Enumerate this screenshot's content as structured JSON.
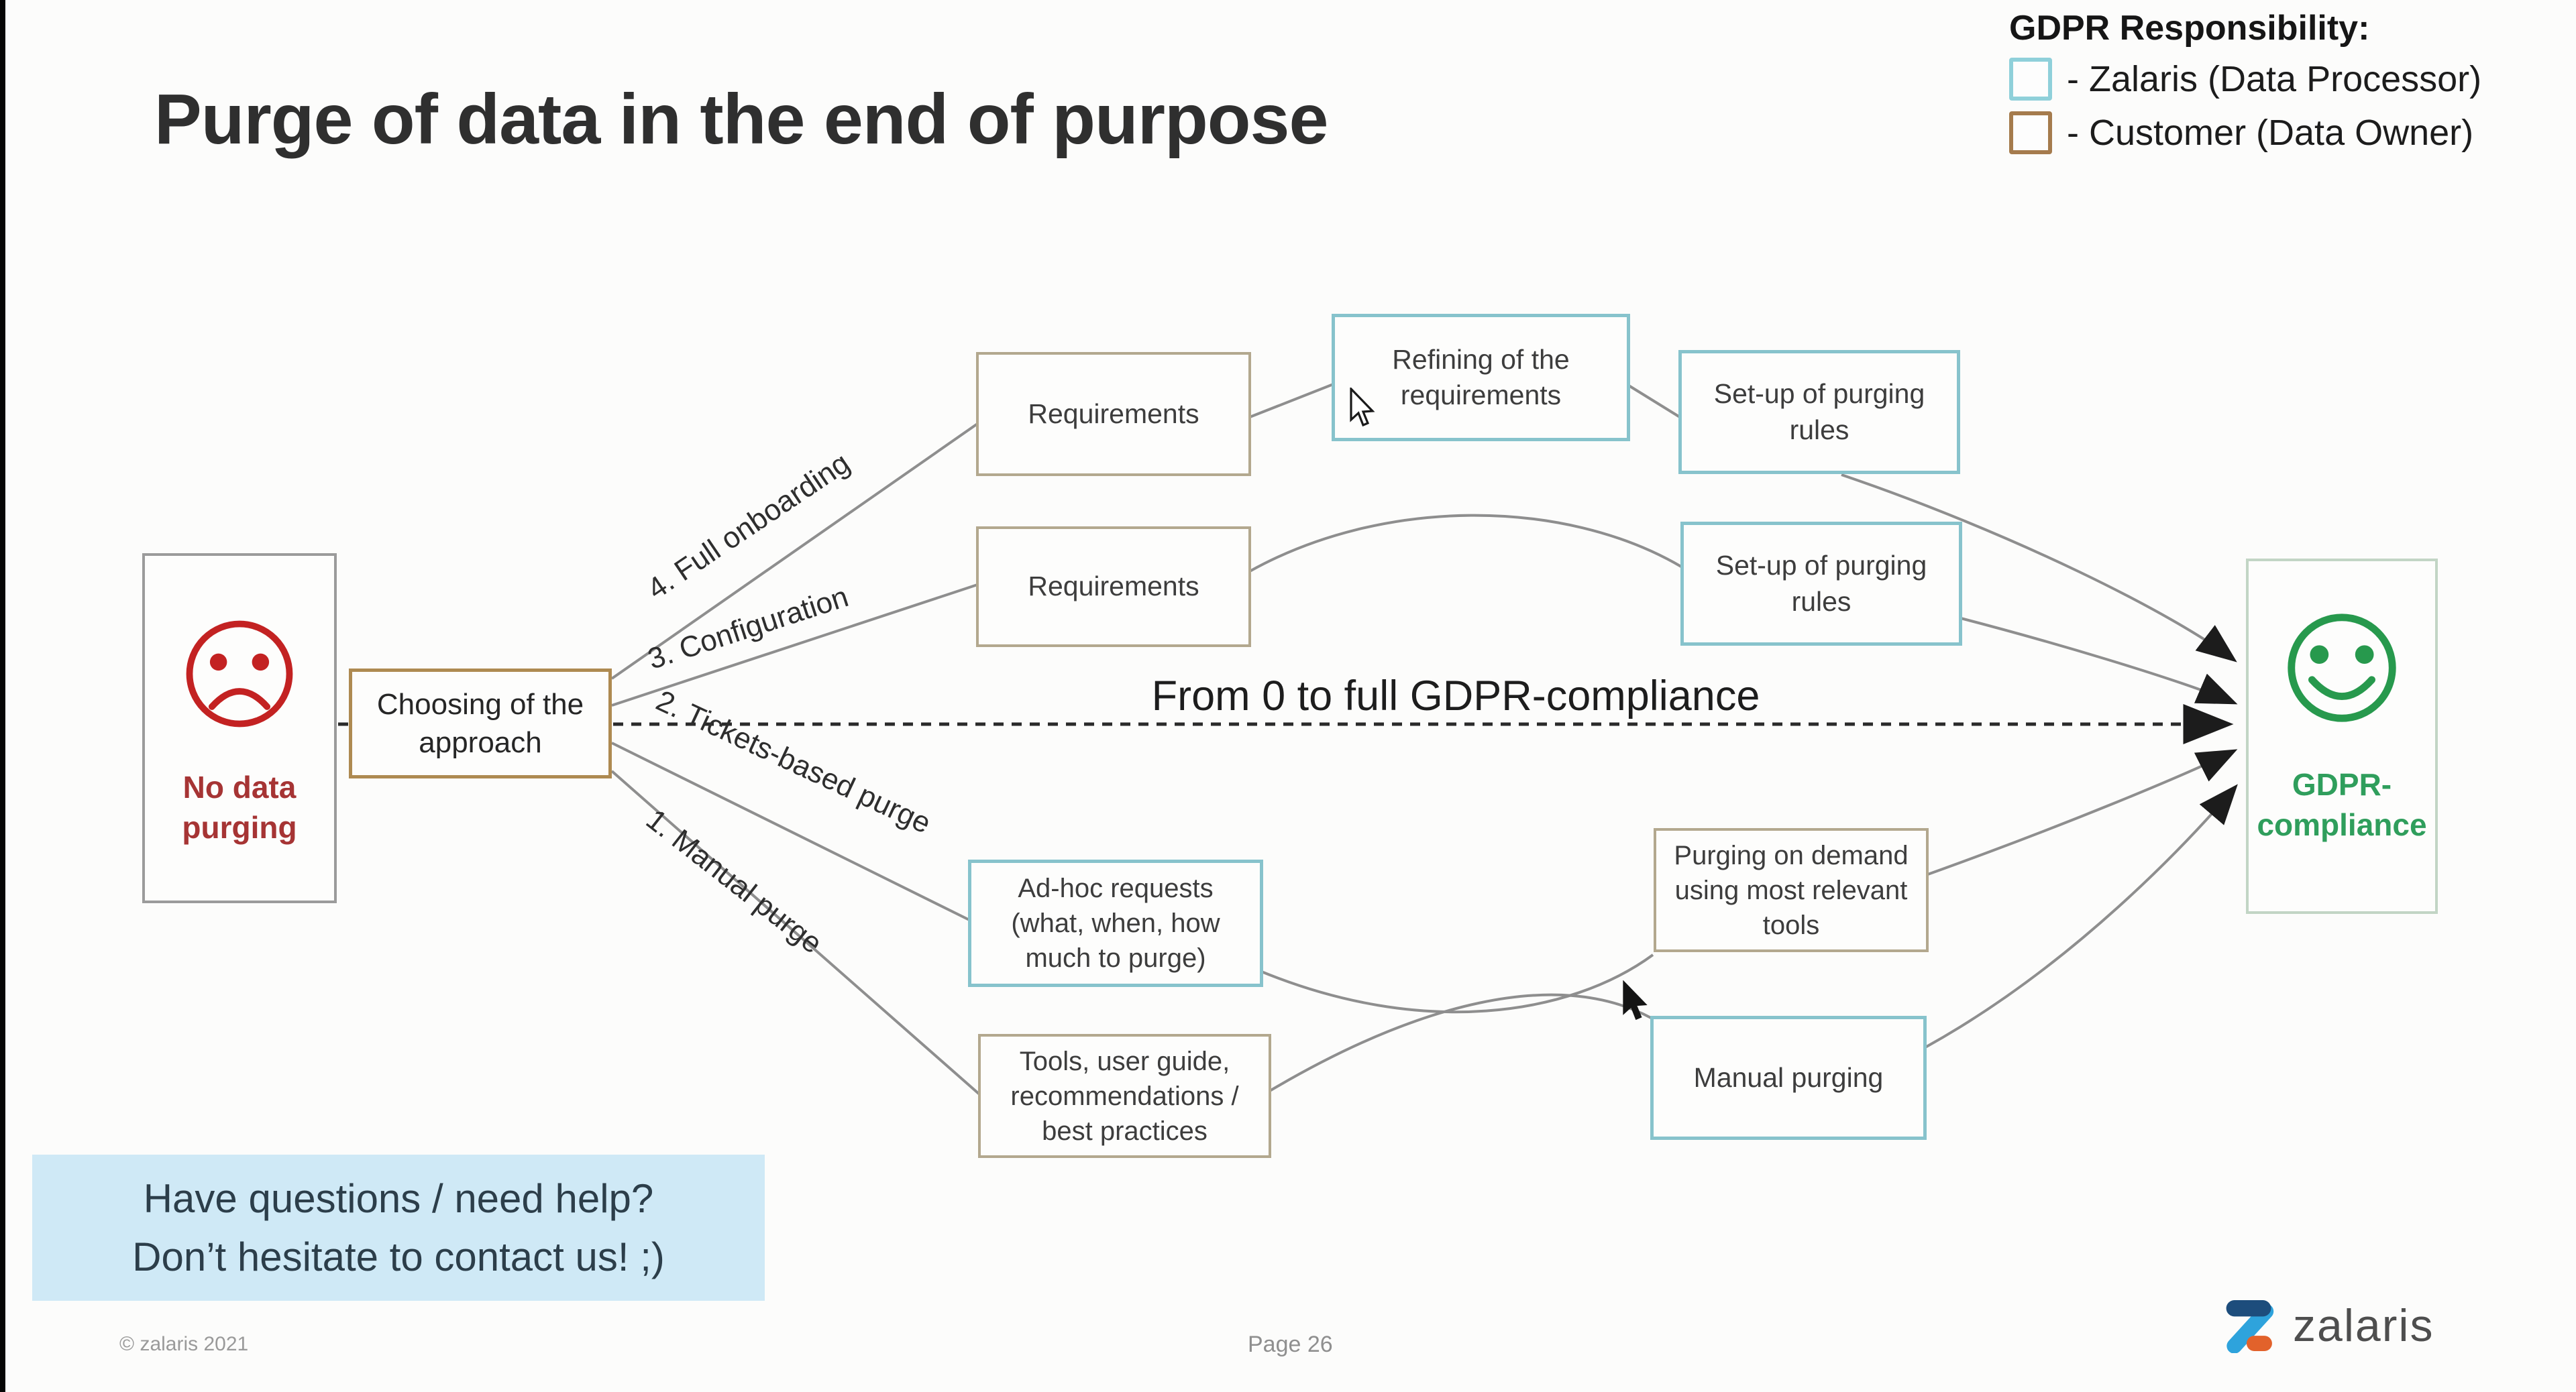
{
  "slide": {
    "title": "Purge of data in the end of purpose",
    "background": "#fcfcfb"
  },
  "legend": {
    "title": "GDPR Responsibility:",
    "items": [
      {
        "label": "- Zalaris (Data Processor)",
        "color": "#8fd0da"
      },
      {
        "label": "- Customer (Data Owner)",
        "color": "#a57b4d"
      }
    ]
  },
  "diagram": {
    "start": {
      "label": "No data purging",
      "face": "sad-face",
      "color": "#c32222"
    },
    "choosing": {
      "label": "Choosing of the approach",
      "owner": "customer"
    },
    "path_labels": [
      "4. Full onboarding",
      "3. Configuration",
      "2. Tickets-based purge",
      "1. Manual purge"
    ],
    "timeline_label": "From 0 to full GDPR-compliance",
    "boxes": {
      "req1": {
        "label": "Requirements",
        "owner": "customer"
      },
      "refining": {
        "label": "Refining of the requirements",
        "owner": "zalaris"
      },
      "setup1": {
        "label": "Set-up of purging rules",
        "owner": "zalaris"
      },
      "req2": {
        "label": "Requirements",
        "owner": "customer"
      },
      "setup2": {
        "label": "Set-up of purging rules",
        "owner": "zalaris"
      },
      "adhoc": {
        "label": "Ad-hoc requests (what, when, how much to purge)",
        "owner": "zalaris"
      },
      "purging_on_demand": {
        "label": "Purging on demand using most relevant tools",
        "owner": "customer"
      },
      "tools": {
        "label": "Tools, user guide, recommendations / best practices",
        "owner": "customer"
      },
      "manual": {
        "label": "Manual purging",
        "owner": "zalaris"
      }
    },
    "goal": {
      "label": "GDPR-compliance",
      "face": "happy-face",
      "color": "#27994d"
    }
  },
  "help": {
    "line1": "Have questions / need help?",
    "line2": "Don’t hesitate to contact us! ;)"
  },
  "footer": {
    "copyright": "© zalaris 2021",
    "page": "Page 26",
    "brand": "zalaris"
  },
  "colors": {
    "zalaris_border": "#87c3cc",
    "customer_border": "#ae8a51",
    "customer_muted": "#b3a88e",
    "sad_red": "#c32222",
    "happy_green": "#27994d",
    "help_bg": "#cfe9f6",
    "line_gray": "#8e8e8e",
    "dash_black": "#2a2a2a"
  }
}
